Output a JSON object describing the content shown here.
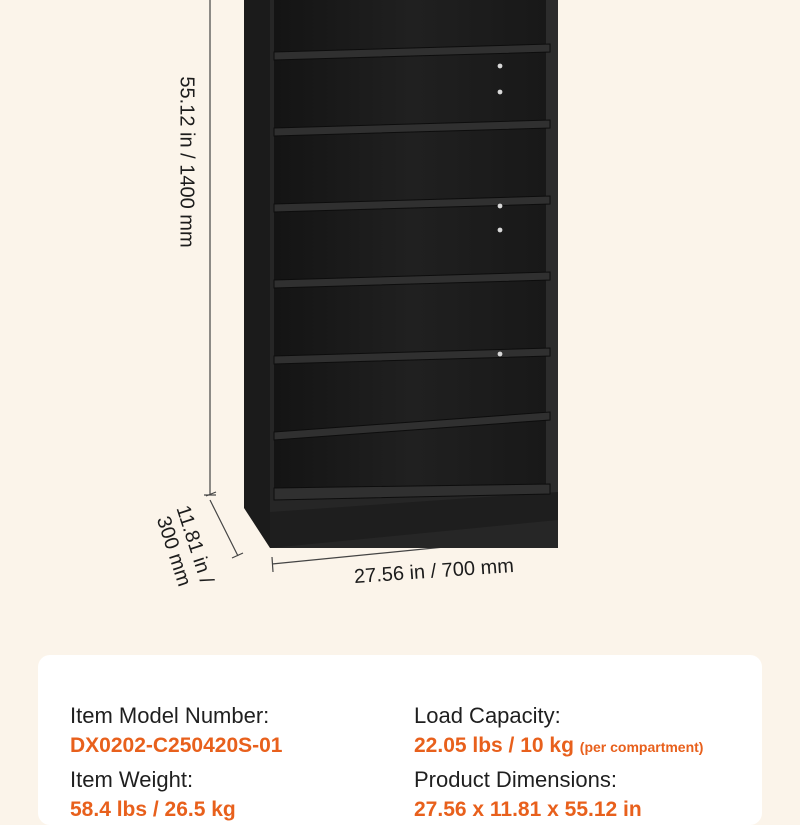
{
  "dimensions": {
    "height": "55.12 in / 1400 mm",
    "depth": "11.81 in /\n300 mm",
    "width": "27.56 in / 700 mm"
  },
  "specs": {
    "model_label": "Item Model Number:",
    "model_value": "DX0202-C250420S-01",
    "load_label": "Load Capacity:",
    "load_value": "22.05 lbs / 10 kg",
    "load_note": "(per compartment)",
    "weight_label": "Item Weight:",
    "weight_value": "58.4 lbs / 26.5 kg",
    "product_dim_label": "Product Dimensions:",
    "product_dim_value": "27.56 x 11.81 x 55.12 in"
  },
  "colors": {
    "background": "#fbf4ea",
    "accent": "#e8601c",
    "cabinet": "#222222"
  }
}
